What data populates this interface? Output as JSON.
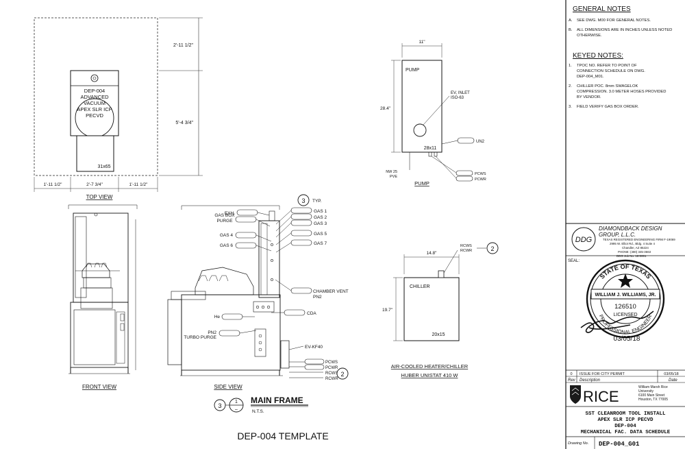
{
  "top_view": {
    "device_label": [
      "DEP-004",
      "ADVANCED",
      "VACUUM",
      "APEX SLR ICP",
      "PECVD"
    ],
    "pump_size": "31x65",
    "dim_top_height": "2'-11 1/2\"",
    "dim_lower_height": "5'-4 3/4\"",
    "dim_left": "1'-11 1/2\"",
    "dim_center": "2'-7 3/4\"",
    "dim_right": "1'-11 1/2\"",
    "caption": "TOP VIEW"
  },
  "front_view": {
    "caption": "FRONT VIEW"
  },
  "side_view": {
    "caption": "SIDE VIEW",
    "exh": "EXH.",
    "gas_box_purge": [
      "GAS BOX",
      "PURGE"
    ],
    "gas_4": "GAS 4",
    "gas_6": "GAS 6",
    "typ_callout": "3",
    "typ": "TYP.",
    "gas_list": [
      "GAS 1",
      "GAS 2",
      "GAS 3",
      "GAS 5",
      "GAS 7"
    ],
    "chamber_vent": [
      "CHAMBER VENT",
      "PN2"
    ],
    "cda": "CDA",
    "he": "He",
    "pn2_turbo": [
      "PN2",
      "TURBO PURGE"
    ],
    "ev_kf40": "EV-KF40",
    "pcw_labels": [
      "PCWS",
      "PCWR",
      "RCWS",
      "RCWR"
    ],
    "callout_2": "2"
  },
  "pump": {
    "title": "PUMP",
    "width_dim": "11\"",
    "height_dim": "28.4\"",
    "inlet": [
      "EV, INLET",
      "ISO-63"
    ],
    "size": "28x11",
    "un2": "UN2",
    "nw": [
      "NW 25",
      "PVE"
    ],
    "pcws": "PCWS",
    "pcwr": "PCWR",
    "caption": "PUMP"
  },
  "chiller": {
    "title": "CHILLER",
    "width_dim": "14.8\"",
    "height_dim": "19.7\"",
    "size": "20x15",
    "rcws": "RCWS",
    "rcwr": "RCWR",
    "callout": "2",
    "caption_1": "AIR-COOLED HEATER/CHILLER",
    "caption_2": "HUBER UNISTAT 410 W"
  },
  "main_frame": {
    "callout_left": "3",
    "callout_num": "1",
    "callout_den": "–",
    "title": "MAIN FRAME",
    "scale": "N.T.S."
  },
  "template_title": "DEP-004 TEMPLATE",
  "general_notes": {
    "title": "GENERAL NOTES",
    "items": [
      [
        "A.",
        "SEE DWG. M00 FOR GENERAL NOTES."
      ],
      [
        "B.",
        "ALL DIMENSIONS ARE IN INCHES UNLESS NOTED",
        "OTHERWISE."
      ]
    ]
  },
  "keyed_notes": {
    "title": "KEYED NOTES:",
    "items": [
      [
        "1.",
        "TPOC NO.  REFER TO POINT OF",
        "CONNECTION SCHEDULE ON DWG.",
        "DEP-004_M01."
      ],
      [
        "2.",
        "CHILLER POC. 8mm SWAGELOK",
        "COMPRESSION. 3.0 METER HOSES PROVIDED",
        "BY VENDOR."
      ],
      [
        "3.",
        "FIELD VERIFY GAS BOX ORDER."
      ]
    ]
  },
  "firm": {
    "logo": "DDG",
    "name_1": "DIAMONDBACK DESIGN",
    "name_2": "GROUP, L.L.C.",
    "lines": [
      "TEXAS REGISTERED ENGINEERING FIRM F-19069",
      "2995 W. Elliot Rd., Bldg. 4 Suite 4",
      "Chandler, AZ 85224",
      "PHONE: (480) 345-3663",
      "DDG Job No. 18-0001"
    ]
  },
  "seal": {
    "label": "SEAL:",
    "state": "STATE OF TEXAS",
    "name": "WILLIAM J. WILLIAMS, JR.",
    "number": "126510",
    "licensed": "LICENSED",
    "engineer": "PROFESSIONAL ENGINEER",
    "date": "03/05/18"
  },
  "revision": {
    "num": "0",
    "desc": "ISSUE FOR CITY PERMIT",
    "date": "03/05/18",
    "h_rev": "Rev",
    "h_desc": "Description",
    "h_date": "Date"
  },
  "owner": {
    "logo": "RICE",
    "lines": [
      "William Marsh Rice",
      "University",
      "6100 Main Street",
      "Houston, TX 77005"
    ]
  },
  "title_block": {
    "lines": [
      "SST CLEANROOM TOOL INSTALL",
      "APEX SLR ICP PECVD",
      "DEP-004",
      "MECHANICAL FAC. DATA SCHEDULE"
    ],
    "drawing_label": "Drawing No.",
    "drawing_no": "DEP-004_G01"
  }
}
